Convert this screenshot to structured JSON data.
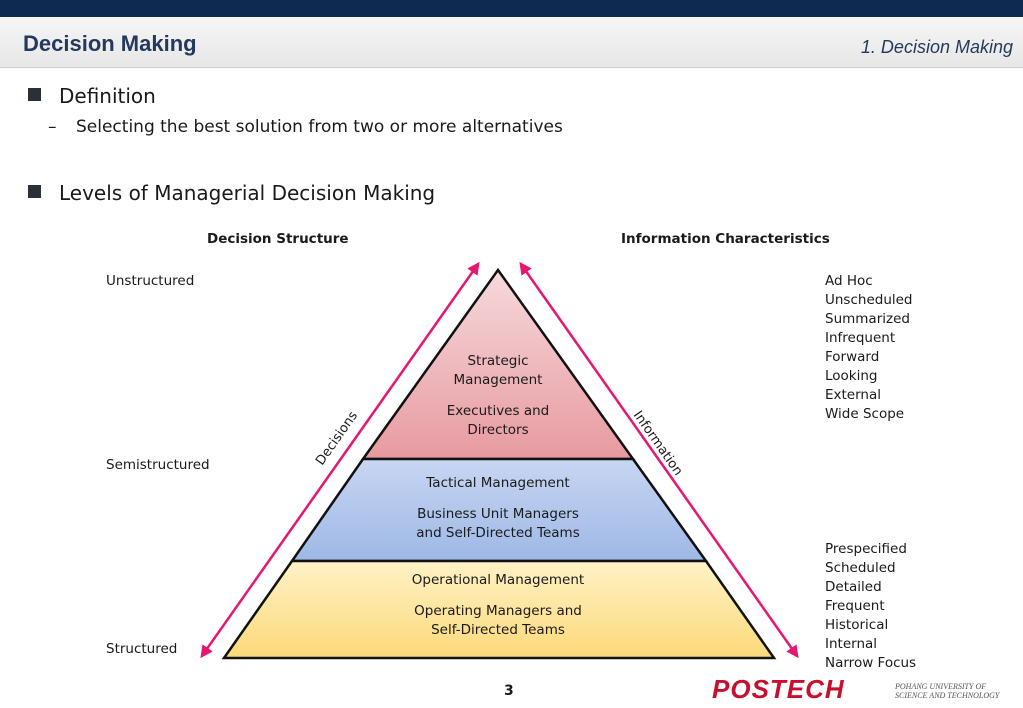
{
  "header": {
    "title": "Decision Making",
    "section": "1. Decision Making"
  },
  "bullets": [
    {
      "label": "Definition",
      "sub": "Selecting the best solution from two or more alternatives"
    },
    {
      "label": "Levels of Managerial Decision Making"
    }
  ],
  "diagram": {
    "left_heading": "Decision Structure",
    "right_heading": "Information Characteristics",
    "levels": [
      "Unstructured",
      "Semistructured",
      "Structured"
    ],
    "tiers": [
      {
        "title": "Strategic Management",
        "who": "Executives and Directors",
        "color_top": "#f6d9dc",
        "color_bottom": "#e79aa0"
      },
      {
        "title": "Tactical Management",
        "who": "Business Unit Managers and Self-Directed Teams",
        "color_top": "#c8d6f2",
        "color_bottom": "#9db8e6"
      },
      {
        "title": "Operational Management",
        "who": "Operating Managers and Self-Directed Teams",
        "color_top": "#fff2c6",
        "color_bottom": "#fbd979"
      }
    ],
    "left_arrow_label": "Decisions",
    "right_arrow_label": "Information",
    "arrow_color": "#e5176e",
    "top_info": [
      "Ad Hoc",
      "Unscheduled",
      "Summarized",
      "Infrequent",
      "Forward",
      "Looking",
      "External",
      "Wide Scope"
    ],
    "bottom_info": [
      "Prespecified",
      "Scheduled",
      "Detailed",
      "Frequent",
      "Historical",
      "Internal",
      "Narrow Focus"
    ]
  },
  "footer": {
    "page": "3",
    "logo": "POSTECH",
    "logo_sub_1": "POHANG UNIVERSITY OF",
    "logo_sub_2": "SCIENCE AND TECHNOLOGY"
  }
}
